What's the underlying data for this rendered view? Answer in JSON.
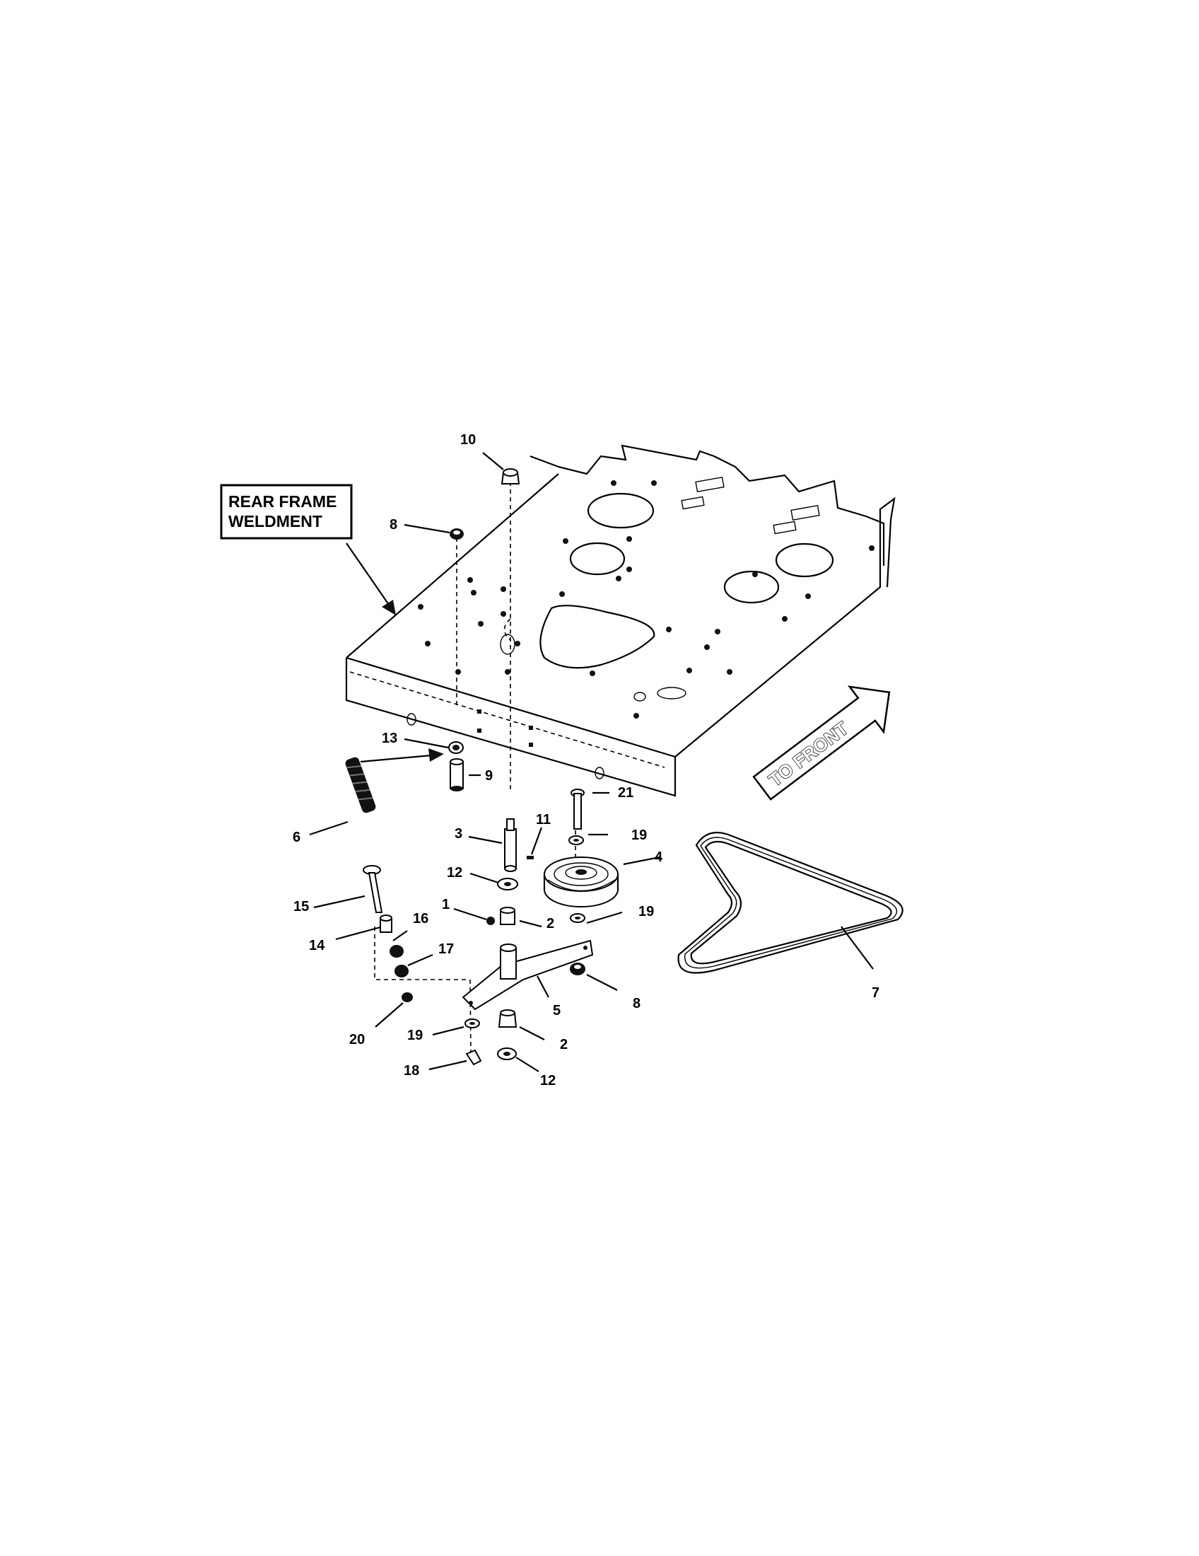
{
  "callouts": {
    "rear_frame_weldment_line1": "REAR FRAME",
    "rear_frame_weldment_line2": "WELDMENT",
    "to_front": "TO FRONT"
  },
  "part_labels": {
    "p1": "1",
    "p2a": "2",
    "p2b": "2",
    "p3": "3",
    "p4": "4",
    "p5": "5",
    "p6": "6",
    "p7": "7",
    "p8a": "8",
    "p8b": "8",
    "p9": "9",
    "p10": "10",
    "p11": "11",
    "p12a": "12",
    "p12b": "12",
    "p13": "13",
    "p14": "14",
    "p15": "15",
    "p16": "16",
    "p17": "17",
    "p18": "18",
    "p19a": "19",
    "p19b": "19",
    "p19c": "19",
    "p20": "20",
    "p21": "21"
  }
}
